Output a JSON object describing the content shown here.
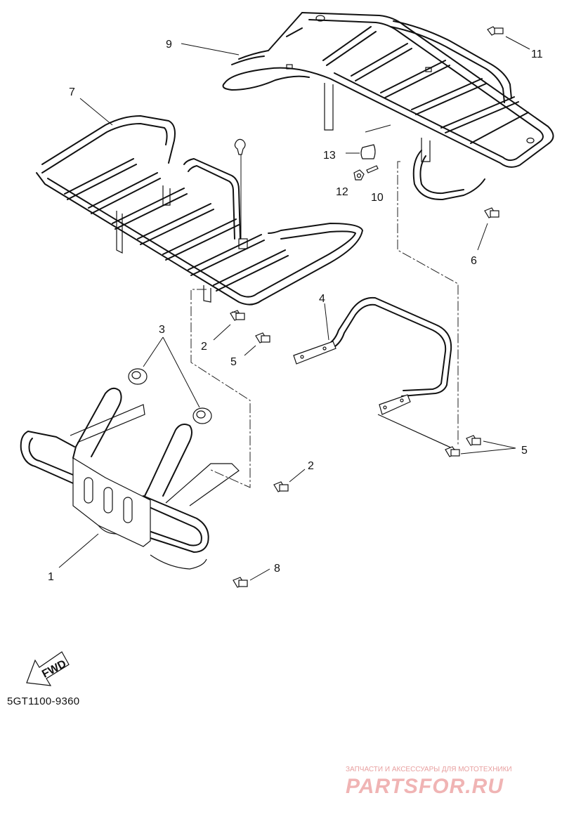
{
  "diagram_code": "5GT1100-9360",
  "fwd_label": "FWD",
  "callouts": {
    "c1": "1",
    "c2a": "2",
    "c2b": "2",
    "c3": "3",
    "c4": "4",
    "c5a": "5",
    "c5b": "5",
    "c6": "6",
    "c7": "7",
    "c8": "8",
    "c9": "9",
    "c10": "10",
    "c11": "11",
    "c12": "12",
    "c13": "13"
  },
  "watermark": {
    "subtitle": "ЗАПЧАСТИ И АКСЕССУАРЫ ДЛЯ МОТОТЕХНИКИ",
    "logo": "PARTSFOR.RU"
  }
}
